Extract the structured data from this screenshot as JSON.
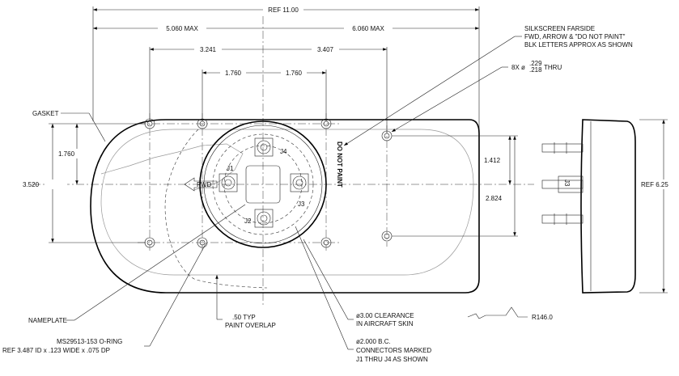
{
  "dimensions": {
    "overall": "REF 11.00",
    "left_max": "5.060 MAX",
    "right_max": "6.060 MAX",
    "left_hole": "3.241",
    "right_hole": "3.407",
    "inner_left": "1.760",
    "inner_right": "1.760",
    "vert_half_left": "1.760",
    "vert_full_left": "3.520",
    "vert_half_right": "1.412",
    "vert_full_right": "2.824",
    "height_ref": "REF 6.25",
    "radius": "R146.0",
    "paint_overlap_1": ".50 TYP",
    "paint_overlap_2": "PAINT OVERLAP"
  },
  "callouts": {
    "gasket": "GASKET",
    "nameplate": "NAMEPLATE",
    "oring_1": "MS29513-153 O-RING",
    "oring_2": "REF 3.487 ID x .123 WIDE x .075 DP",
    "clearance_1": "ø3.00 CLEARANCE",
    "clearance_2": "IN AIRCRAFT SKIN",
    "bc_1": "ø2.000 B.C.",
    "bc_2": "CONNECTORS MARKED",
    "bc_3": "J1 THRU J4 AS SHOWN",
    "silk_1": "SILKSCREEN FARSIDE",
    "silk_2": "FWD, ARROW & \"DO NOT PAINT\"",
    "silk_3": "BLK LETTERS APPROX AS SHOWN",
    "holes_prefix": "8X ø",
    "holes_upper": ".229",
    "holes_lower": ".218",
    "holes_suffix": "THRU"
  },
  "markings": {
    "do_not_paint": "DO NOT PAINT",
    "fwd": "FWD",
    "connectors": [
      "J1",
      "J2",
      "J3",
      "J4"
    ],
    "side_connector": "J3"
  }
}
